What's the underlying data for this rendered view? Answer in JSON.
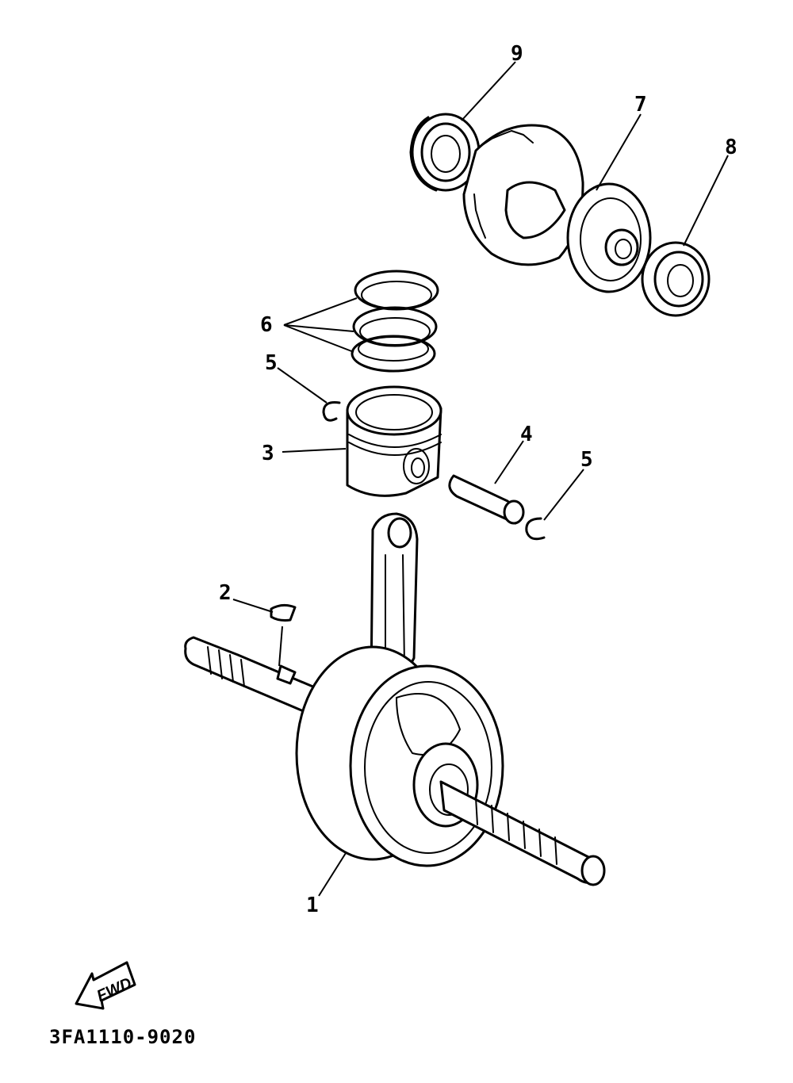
{
  "callouts": [
    {
      "id": "1",
      "label": "1",
      "part": "crankshaft"
    },
    {
      "id": "2",
      "label": "2",
      "part": "woodruff-key"
    },
    {
      "id": "3",
      "label": "3",
      "part": "piston"
    },
    {
      "id": "4",
      "label": "4",
      "part": "piston-pin"
    },
    {
      "id": "5a",
      "label": "5",
      "part": "circlip"
    },
    {
      "id": "5b",
      "label": "5",
      "part": "circlip"
    },
    {
      "id": "6",
      "label": "6",
      "part": "piston-rings"
    },
    {
      "id": "7",
      "label": "7",
      "part": "balancer-shaft"
    },
    {
      "id": "8",
      "label": "8",
      "part": "bearing"
    },
    {
      "id": "9",
      "label": "9",
      "part": "bearing"
    }
  ],
  "fwd_label": "FWD",
  "drawing_code": "3FA1110-9020"
}
